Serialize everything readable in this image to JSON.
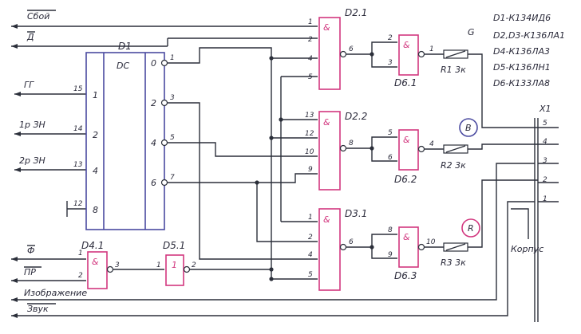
{
  "signals_out": {
    "fail": "Сбой",
    "d": "Д",
    "phi": "Ф",
    "pr": "ПР",
    "image": "Изображение",
    "sound": "Звук"
  },
  "signals_in": {
    "gg": "ГГ",
    "zn1": "1р ЗН",
    "zn2": "2р ЗН"
  },
  "d1": {
    "ref": "D1",
    "func": "DC",
    "in_labels": [
      "1",
      "2",
      "4",
      "8"
    ],
    "in_pins": [
      "15",
      "14",
      "13",
      "12"
    ],
    "out_labels": [
      "0",
      "2",
      "4",
      "6"
    ],
    "out_pins": [
      "1",
      "3",
      "5",
      "7"
    ]
  },
  "d2_1": {
    "ref": "D2.1",
    "sym": "&",
    "in_pins": [
      "1",
      "2",
      "4",
      "5"
    ],
    "out_pin": "6"
  },
  "d2_2": {
    "ref": "D2.2",
    "sym": "&",
    "in_pins": [
      "13",
      "12",
      "10",
      "9"
    ],
    "out_pin": "8"
  },
  "d3_1": {
    "ref": "D3.1",
    "sym": "&",
    "in_pins": [
      "1",
      "2",
      "4",
      "5"
    ],
    "out_pin": "6"
  },
  "d6_1": {
    "ref": "D6.1",
    "sym": "&",
    "in_pins": [
      "2",
      "3"
    ],
    "out_pin": "1"
  },
  "d6_2": {
    "ref": "D6.2",
    "sym": "&",
    "in_pins": [
      "5",
      "6"
    ],
    "out_pin": "4"
  },
  "d6_3": {
    "ref": "D6.3",
    "sym": "&",
    "in_pins": [
      "8",
      "9"
    ],
    "out_pin": "10"
  },
  "d4_1": {
    "ref": "D4.1",
    "sym": "&",
    "in_pins": [
      "1",
      "2"
    ],
    "out_pin": "3"
  },
  "d5_1": {
    "ref": "D5.1",
    "sym": "1",
    "in_pin": "1",
    "out_pin": "2"
  },
  "resistors": {
    "r1": "R1 3к",
    "r2": "R2 3к",
    "r3": "R3 3к"
  },
  "color_markers": {
    "g": "G",
    "b": "B",
    "r": "R"
  },
  "connector": {
    "ref": "X1",
    "pins": [
      "5",
      "4",
      "3",
      "2",
      "1"
    ],
    "ground": "Корпус"
  },
  "legend": [
    "D1-К134ИД6",
    "D2,D3-К136ЛА1",
    "D4-К136ЛА3",
    "D5-К136ЛН1",
    "D6-К133ЛА8"
  ],
  "colors": {
    "wire": "#2b2f3a",
    "chip_outline": "#d2377f",
    "decoder_outline": "#4a4aa0"
  }
}
